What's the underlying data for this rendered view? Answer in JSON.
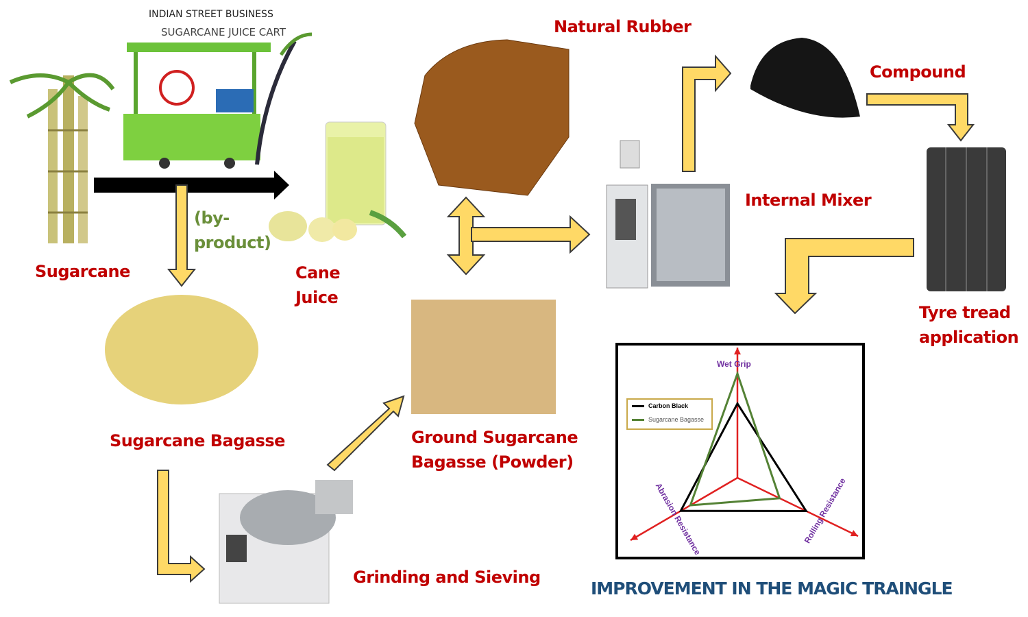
{
  "labels": {
    "sugarcane": "Sugarcane",
    "by_product_1": "(by-",
    "by_product_2": "product)",
    "cane_juice_1": "Cane",
    "cane_juice_2": "Juice",
    "natural_rubber": "Natural Rubber",
    "compound": "Compound",
    "internal_mixer": "Internal Mixer",
    "tyre_tread_1": "Tyre tread",
    "tyre_tread_2": "application",
    "sugarcane_bagasse": "Sugarcane Bagasse",
    "ground_bagasse_1": "Ground Sugarcane",
    "ground_bagasse_2": "Bagasse (Powder)",
    "grinding": "Grinding and Sieving",
    "title": "IMPROVEMENT IN THE MAGIC TRAINGLE"
  },
  "cart": {
    "line1": "INDIAN STREET BUSINESS",
    "line2": "SUGARCANE JUICE CART"
  },
  "colors": {
    "label_red": "#C00000",
    "arrow_yellow": "#FFD966",
    "title_blue": "#1F4E79",
    "axis_red": "#E02020",
    "carbon_black": "#000000",
    "bagasse_green": "#548235"
  },
  "chart_data": {
    "type": "radar",
    "title": "",
    "axes": [
      "Wet Grip",
      "Rolling Resistance",
      "Abrasion Resistance"
    ],
    "series": [
      {
        "name": "Carbon Black",
        "values": [
          0.57,
          0.57,
          0.53
        ]
      },
      {
        "name": "Sugarcane Bagasse",
        "values": [
          0.8,
          0.35,
          0.44
        ]
      }
    ],
    "range": [
      0,
      1
    ],
    "legend": "top-left"
  }
}
